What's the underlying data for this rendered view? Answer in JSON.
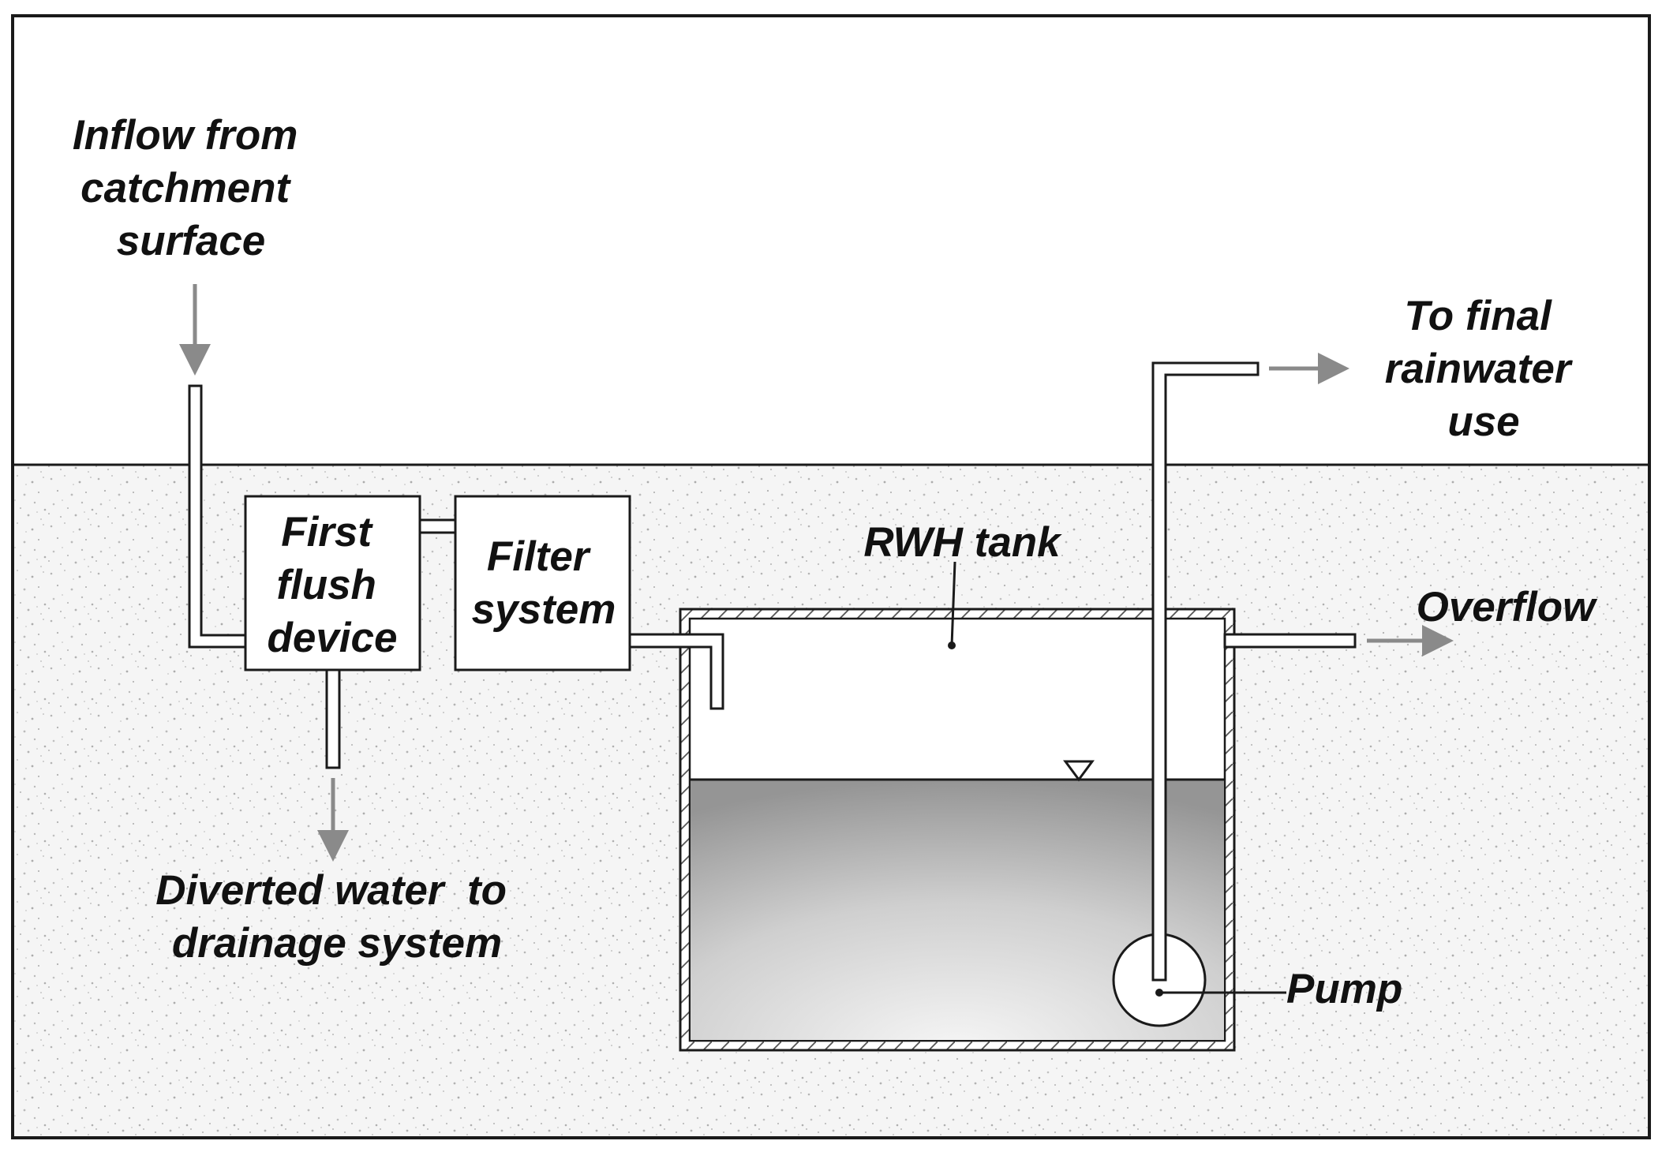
{
  "labels": {
    "inflow": [
      "Inflow from",
      "catchment",
      "surface"
    ],
    "first_flush": [
      "First",
      "flush",
      "device"
    ],
    "filter": [
      "Filter",
      "system"
    ],
    "tank": "RWH tank",
    "final_use": [
      "To final",
      "rainwater",
      "use"
    ],
    "overflow": "Overflow",
    "diverted": [
      "Diverted water  to",
      "drainage system"
    ],
    "pump": "Pump"
  },
  "colors": {
    "ink": "#1a1a1a",
    "arrow": "#8a8a8a",
    "soil_bg": "#f4f4f4",
    "soil_speck": "#b8b8b8",
    "water_dark": "#9a9a9a",
    "water_light": "#f2f2f2"
  }
}
